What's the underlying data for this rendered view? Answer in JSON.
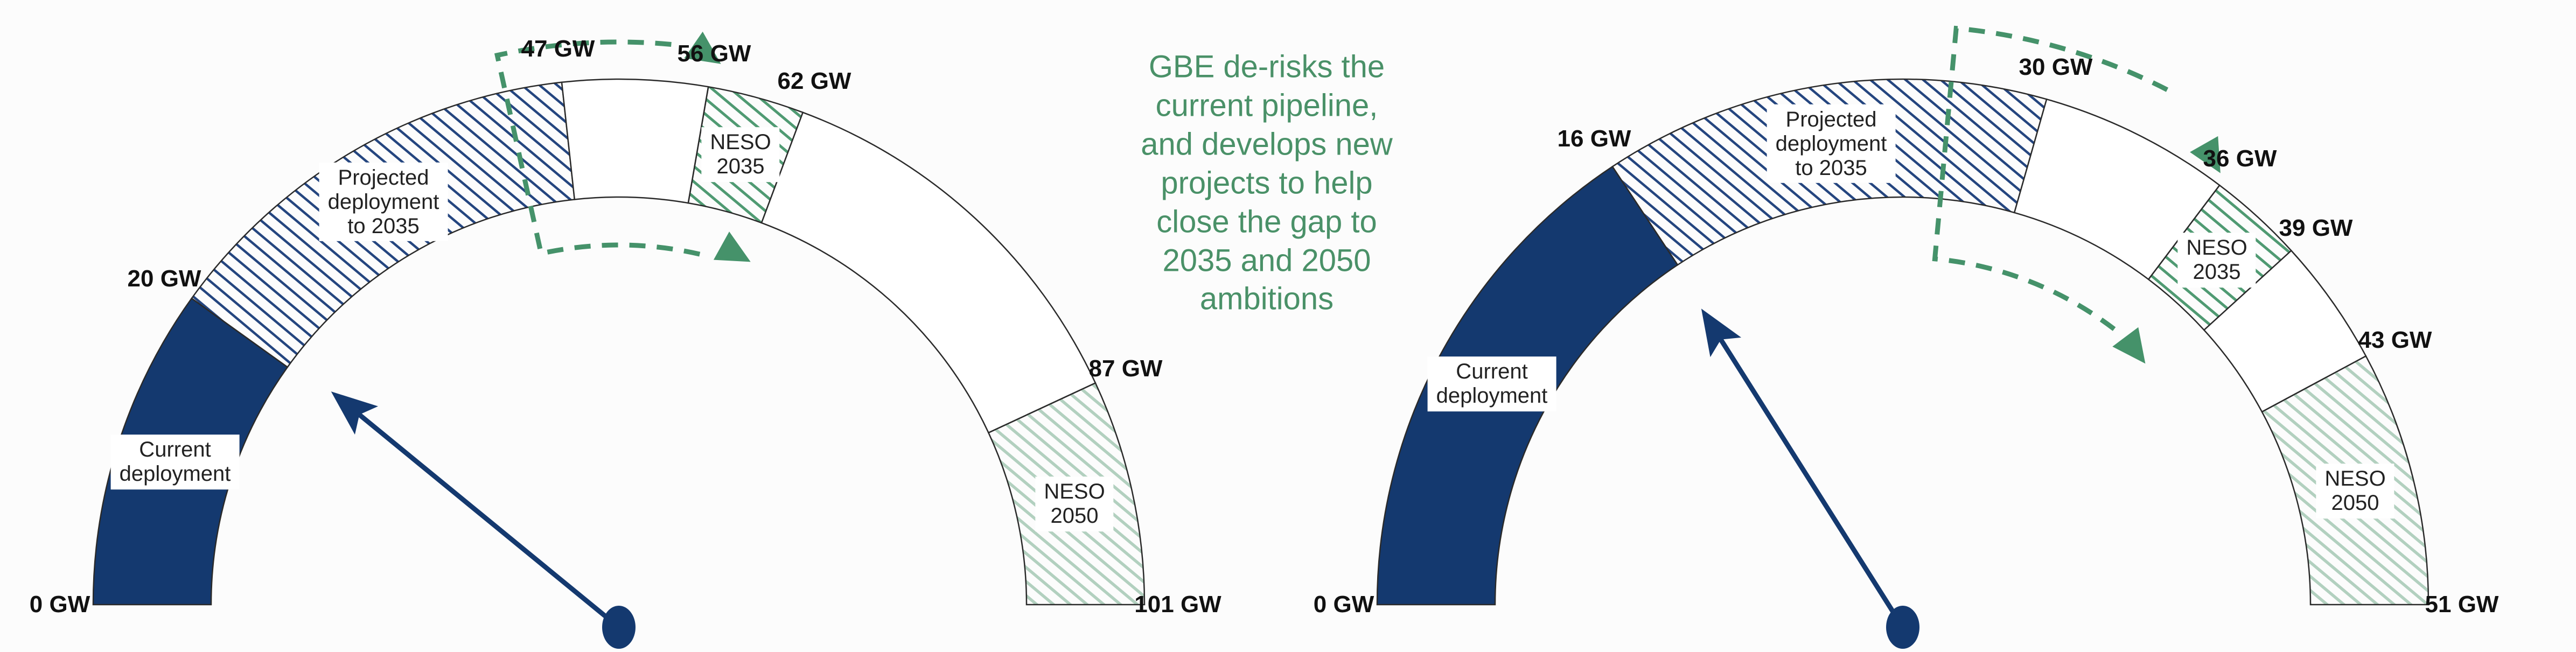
{
  "annotation": {
    "text": "GBE de-risks the\ncurrent pipeline,\nand develops new\nprojects to help\nclose the gap to\n2035 and 2050\nambitions"
  },
  "colors": {
    "navy": "#14396f",
    "navy_hatch": "#24457f",
    "green": "#45926a",
    "green_hatch": "#4f9a72",
    "light_green_hatch": "#b2d0bf",
    "outline": "#2a2a2a",
    "tick_text": "#111111",
    "label_text": "#222222",
    "annotation_green": "#4a9168",
    "background": "#fcfcfc"
  },
  "chart_data": [
    {
      "type": "gauge",
      "name": "left-gauge",
      "unit": "GW",
      "min": 0,
      "max": 101,
      "ticks": [
        {
          "value": 0,
          "label": "0 GW"
        },
        {
          "value": 20,
          "label": "20 GW"
        },
        {
          "value": 47,
          "label": "47 GW"
        },
        {
          "value": 56,
          "label": "56 GW"
        },
        {
          "value": 62,
          "label": "62 GW"
        },
        {
          "value": 87,
          "label": "87 GW"
        },
        {
          "value": 101,
          "label": "101 GW"
        }
      ],
      "segments": [
        {
          "from": 0,
          "to": 20,
          "style": "solid-navy",
          "label": "Current\ndeployment"
        },
        {
          "from": 20,
          "to": 47,
          "style": "hatch-navy",
          "label": "Projected\ndeployment\nto 2035"
        },
        {
          "from": 47,
          "to": 56,
          "style": "plain",
          "label": null
        },
        {
          "from": 56,
          "to": 62,
          "style": "hatch-green",
          "label": "NESO\n2035"
        },
        {
          "from": 62,
          "to": 87,
          "style": "plain",
          "label": null
        },
        {
          "from": 87,
          "to": 101,
          "style": "hatch-lightgreen",
          "label": "NESO\n2050"
        }
      ],
      "needle_value": 20.5,
      "gap_arrow": {
        "from": 43.5,
        "outer_dash_to": 53.5,
        "outer_tip": 56.5,
        "inner_dash_to": 58.0,
        "inner_tip": 62.3
      }
    },
    {
      "type": "gauge",
      "name": "right-gauge",
      "unit": "GW",
      "min": 0,
      "max": 51,
      "ticks": [
        {
          "value": 0,
          "label": "0 GW"
        },
        {
          "value": 16,
          "label": "16 GW"
        },
        {
          "value": 30,
          "label": "30 GW"
        },
        {
          "value": 36,
          "label": "36 GW"
        },
        {
          "value": 39,
          "label": "39 GW"
        },
        {
          "value": 43,
          "label": "43 GW"
        },
        {
          "value": 51,
          "label": "51 GW"
        }
      ],
      "segments": [
        {
          "from": 0,
          "to": 16,
          "style": "solid-navy",
          "label": "Current\ndeployment"
        },
        {
          "from": 16,
          "to": 30,
          "style": "hatch-navy",
          "label": "Projected\ndeployment\nto 2035"
        },
        {
          "from": 30,
          "to": 36,
          "style": "plain",
          "label": null
        },
        {
          "from": 36,
          "to": 39,
          "style": "hatch-green",
          "label": "NESO\n2035"
        },
        {
          "from": 39,
          "to": 43,
          "style": "plain",
          "label": null
        },
        {
          "from": 43,
          "to": 51,
          "style": "hatch-lightgreen",
          "label": "NESO\n2050"
        }
      ],
      "needle_value": 15.8,
      "gap_arrow": {
        "from": 27.0,
        "outer_dash_to": 33.2,
        "outer_tip": 35.8,
        "inner_dash_to": 36.2,
        "inner_tip": 38.3
      }
    }
  ]
}
